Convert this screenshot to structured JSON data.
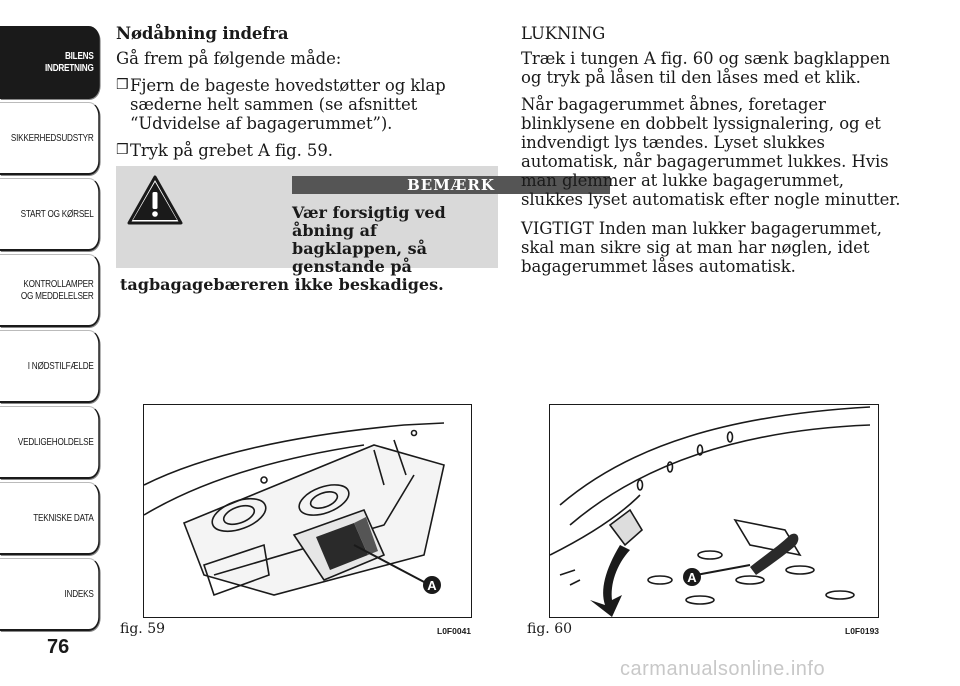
{
  "sidebar": {
    "tabs": [
      {
        "label": "BILENS\nINDRETNING",
        "active": true
      },
      {
        "label": "SIKKERHEDSUDSTYR",
        "active": false
      },
      {
        "label": "START OG KØRSEL",
        "active": false
      },
      {
        "label": "KONTROLLAMPER\nOG MEDDELELSER",
        "active": false
      },
      {
        "label": "I NØDSTILFÆLDE",
        "active": false
      },
      {
        "label": "VEDLIGEHOLDELSE",
        "active": false
      },
      {
        "label": "TEKNISKE DATA",
        "active": false
      },
      {
        "label": "INDEKS",
        "active": false
      }
    ]
  },
  "page_number": "76",
  "left": {
    "heading": "Nødåbning indefra",
    "intro": "Gå frem på følgende måde:",
    "bullets": [
      "Fjern de bageste hovedstøtter og klap sæderne helt sammen (se afsnittet “Udvidelse af bagagerummet”).",
      "Tryk på grebet A fig. 59."
    ],
    "bullet_mark": "❒",
    "note": {
      "title": "BEMÆRK",
      "line1": "Vær forsigtig ved åbning af",
      "line2": "bagklappen, så genstande på",
      "line3": "tagbagagebæreren ikke beskadiges."
    }
  },
  "right": {
    "heading": "LUKNING",
    "p1": "Træk i tungen A fig. 60 og sænk bagklappen og tryk på låsen til den låses med et klik.",
    "p2": "Når bagagerummet åbnes, foretager blinklysene en dobbelt lyssignalering, og et indvendigt lys tændes. Lyset slukkes automatisk, når bagagerummet lukkes. Hvis man glemmer at lukke bagagerummet, slukkes lyset automatisk efter nogle minutter.",
    "p3": "VIGTIGT Inden man lukker bagagerummet, skal man sikre sig at man har nøglen, idet bagagerummet låses automatisk."
  },
  "figures": [
    {
      "caption": "fig. 59",
      "code": "L0F0041",
      "callout": "A"
    },
    {
      "caption": "fig. 60",
      "code": "L0F0193",
      "callout": "A"
    }
  ],
  "watermark": "carmanualsonline.info"
}
